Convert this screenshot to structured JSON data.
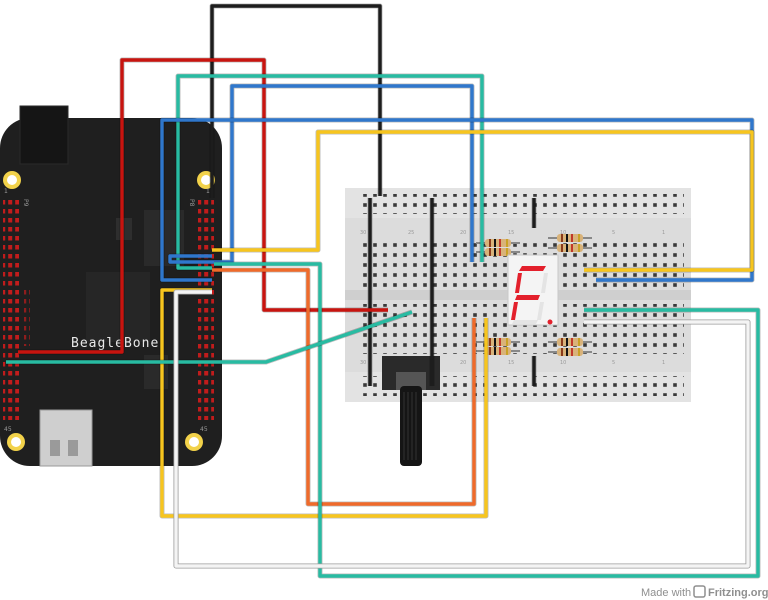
{
  "board": {
    "label": "BeagleBone",
    "header_left_id": "P9",
    "header_right_id": "P8",
    "left_pin_top": "1",
    "left_pin_bottom": "45",
    "right_pin_top": "1",
    "right_pin_bottom": "45"
  },
  "breadboard": {
    "col_labels": [
      "30",
      "25",
      "20",
      "15",
      "10",
      "5",
      "1"
    ]
  },
  "display": {
    "shown_character": "F",
    "segment_color": "#e3202c"
  },
  "wire_colors": {
    "black": "#1d1d1d",
    "red": "#c8140f",
    "teal": "#28bba2",
    "blue": "#2f77cc",
    "yellow": "#f7c51e",
    "orange": "#ef6a2a",
    "white": "#f4f4f4"
  },
  "credit": {
    "prefix": "Made with",
    "brand": "Fritzing.org"
  }
}
